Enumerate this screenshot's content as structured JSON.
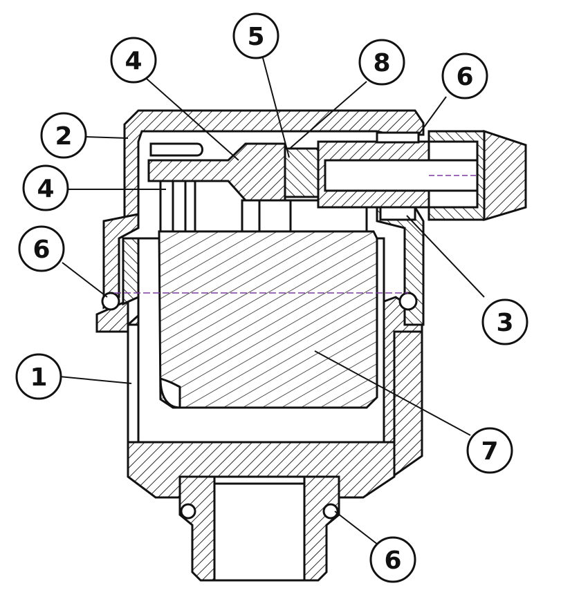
{
  "diagram": {
    "colors": {
      "stroke": "#111111",
      "hatch": "#2a2a2a",
      "axis": "#7a3aa0",
      "background": "#ffffff"
    },
    "callouts": [
      {
        "id": "1",
        "label": "1",
        "part": "body"
      },
      {
        "id": "2",
        "label": "2",
        "part": "cover"
      },
      {
        "id": "3",
        "label": "3",
        "part": "seal"
      },
      {
        "id": "4a",
        "label": "4",
        "part": "lever"
      },
      {
        "id": "4b",
        "label": "4",
        "part": "lever"
      },
      {
        "id": "5",
        "label": "5",
        "part": "valve-seat"
      },
      {
        "id": "6a",
        "label": "6",
        "part": "o-ring"
      },
      {
        "id": "6b",
        "label": "6",
        "part": "o-ring"
      },
      {
        "id": "6c",
        "label": "6",
        "part": "o-ring"
      },
      {
        "id": "7",
        "label": "7",
        "part": "float"
      },
      {
        "id": "8",
        "label": "8",
        "part": "valve-stem"
      }
    ]
  }
}
